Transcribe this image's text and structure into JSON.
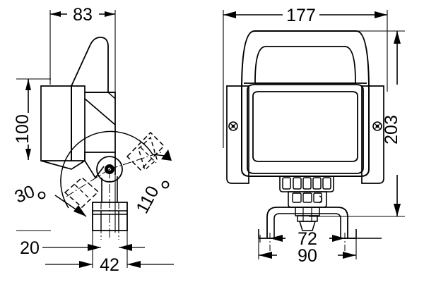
{
  "drawing": {
    "type": "technical-dimension-drawing",
    "subject": "work lamp with adjustable mounting bracket",
    "line_color": "#000000",
    "background_color": "#ffffff",
    "units": "mm",
    "views": [
      {
        "name": "side-view",
        "position": "left"
      },
      {
        "name": "front-view",
        "position": "right"
      }
    ]
  },
  "dimensions": {
    "width_side": "83",
    "height_body": "100",
    "width_front": "177",
    "height_front": "203",
    "angle_left": "30",
    "angle_right": "110",
    "offset_foot": "20",
    "width_foot_side": "42",
    "width_bracket_inner": "72",
    "width_bracket_outer": "90",
    "degree_symbol": "○"
  }
}
